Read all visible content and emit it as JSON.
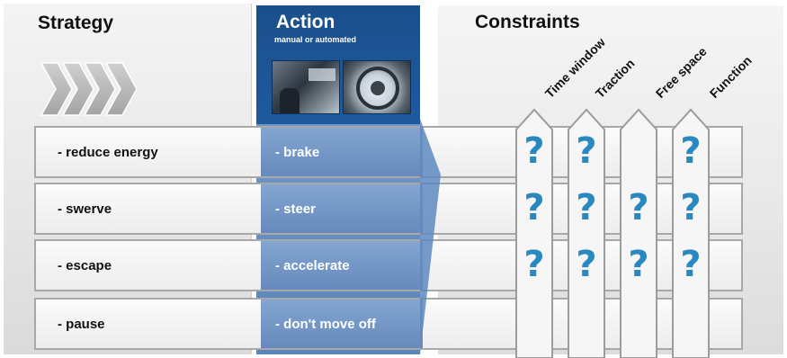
{
  "headings": {
    "strategy": "Strategy",
    "action": "Action",
    "action_sub": "manual or automated",
    "constraints": "Constraints"
  },
  "constraint_labels": [
    "Time window",
    "Traction",
    "Free space",
    "Function"
  ],
  "rows": [
    {
      "strategy": "- reduce energy",
      "action": "- brake"
    },
    {
      "strategy": "- swerve",
      "action": "- steer"
    },
    {
      "strategy": "- escape",
      "action": "- accelerate"
    },
    {
      "strategy": "- pause",
      "action": "-  don't move off"
    }
  ],
  "question_mark": "?",
  "question_grid": [
    [
      true,
      true,
      false,
      true
    ],
    [
      true,
      true,
      true,
      true
    ],
    [
      true,
      true,
      true,
      true
    ],
    [
      false,
      false,
      false,
      false
    ]
  ],
  "colors": {
    "action_dark": "#1b4f8c",
    "action_light": "#6f97c7",
    "question": "#2a88c0",
    "chevron": "#b5b5b5"
  },
  "icons": [
    "chevron-right-icon",
    "fence-post-icon",
    "question-mark-icon"
  ]
}
